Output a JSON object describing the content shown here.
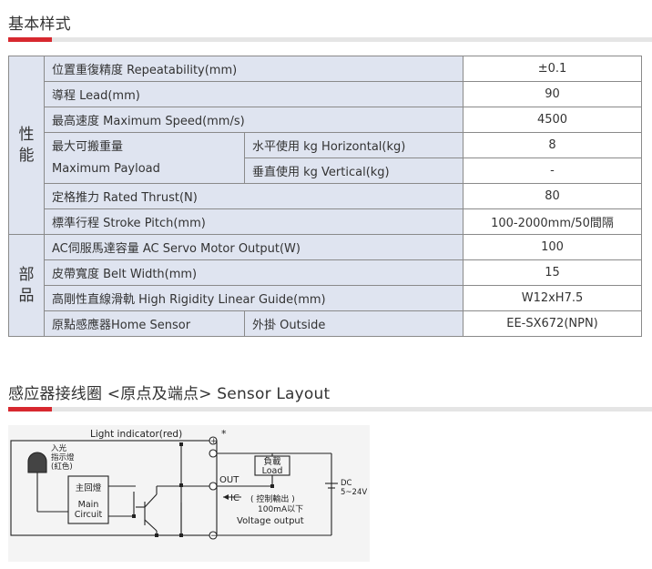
{
  "section1": {
    "title": "基本样式"
  },
  "spec_table": {
    "group_performance": "性\n能",
    "group_components": "部\n品",
    "rows": [
      {
        "label": "位置重復精度 Repeatability(mm)",
        "value": "±0.1"
      },
      {
        "label": "導程 Lead(mm)",
        "value": "90"
      },
      {
        "label": "最高速度 Maximum Speed(mm/s)",
        "value": "4500"
      },
      {
        "label": "最大可搬重量\nMaximum Payload",
        "sub": "水平使用 kg Horizontal(kg)",
        "value": "8"
      },
      {
        "sub": "垂直使用 kg Vertical(kg)",
        "value": "-"
      },
      {
        "label": "定格推力 Rated Thrust(N)",
        "value": "80"
      },
      {
        "label": "標準行程 Stroke Pitch(mm)",
        "value": "100-2000mm/50間隔"
      },
      {
        "label": "AC伺服馬達容量 AC Servo Motor Output(W)",
        "value": "100"
      },
      {
        "label": "皮帶寬度 Belt Width(mm)",
        "value": "15"
      },
      {
        "label": "高剛性直線滑軌 High Rigidity Linear Guide(mm)",
        "value": "W12xH7.5"
      },
      {
        "label": "原點感應器Home Sensor",
        "sub": "外掛 Outside",
        "value": "EE-SX672(NPN)"
      }
    ]
  },
  "section2": {
    "title": "感应器接线圈 <原点及端点> Sensor Layout"
  },
  "diagram": {
    "light_indicator": "Light indicator(red)",
    "star": "*",
    "led_label_1": "入光",
    "led_label_2": "指示燈",
    "led_label_3": "(紅色)",
    "main_circuit_1": "主回燈",
    "main_circuit_2": "Main",
    "main_circuit_3": "Circuit",
    "load_1": "負載",
    "load_2": "Load",
    "out": "OUT",
    "ic": "IC",
    "ctrl_output": "( 控制輸出 )",
    "current": "100mA以下",
    "voltage_output": "Voltage output",
    "dc_1": "DC",
    "dc_2": "5~24V",
    "plus": "+",
    "minus": "−"
  }
}
